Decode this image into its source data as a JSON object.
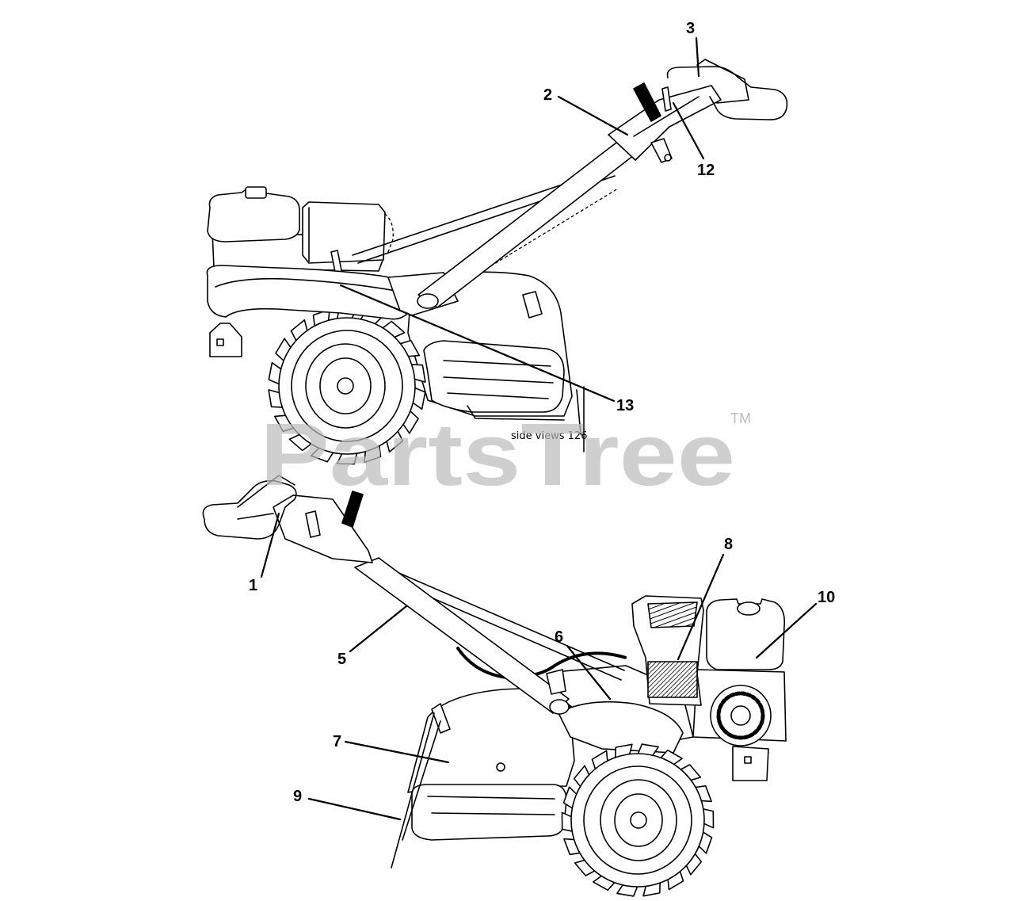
{
  "diagram": {
    "callouts": {
      "n1": "1",
      "n2": "2",
      "n3": "3",
      "n5": "5",
      "n6": "6",
      "n7": "7",
      "n8": "8",
      "n9": "9",
      "n10": "10",
      "n12": "12",
      "n13": "13"
    },
    "caption": "side views 126"
  },
  "watermark": {
    "text": "PartsTree",
    "trademark": "TM"
  },
  "colors": {
    "line": "#000000",
    "background": "#ffffff",
    "watermark": "#bdbdbd"
  }
}
